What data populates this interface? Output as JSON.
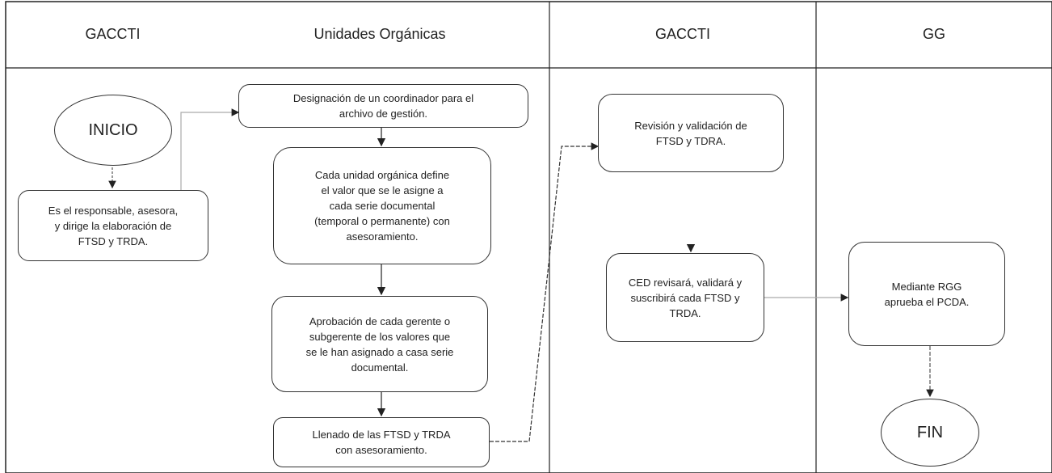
{
  "lanes": [
    {
      "title": "GACCTI"
    },
    {
      "title": "Unidades Orgánicas"
    },
    {
      "title": "GACCTI"
    },
    {
      "title": "GG"
    }
  ],
  "nodes": {
    "inicio": "INICIO",
    "gaccti_responsable": "Es el responsable, asesora,\ny dirige la elaboración de\nFTSD y TRDA.",
    "designacion": "Designación de un coordinador para el\narchivo de gestión.",
    "define_valor": "Cada unidad orgánica define\nel valor que se le asigne a\ncada serie documental\n(temporal o permanente) con\nasesoramiento.",
    "aprobacion": "Aprobación de cada gerente o\nsubgerente de los valores que\nse le han asignado a casa serie\ndocumental.",
    "llenado": "Llenado de las FTSD y TRDA\ncon asesoramiento.",
    "revision": "Revisión y validación de\nFTSD y TDRA.",
    "ced": "CED revisará, validará y\nsuscribirá cada FTSD y\nTRDA.",
    "rgg": "Mediante RGG\naprueba el PCDA.",
    "fin": "FIN"
  }
}
